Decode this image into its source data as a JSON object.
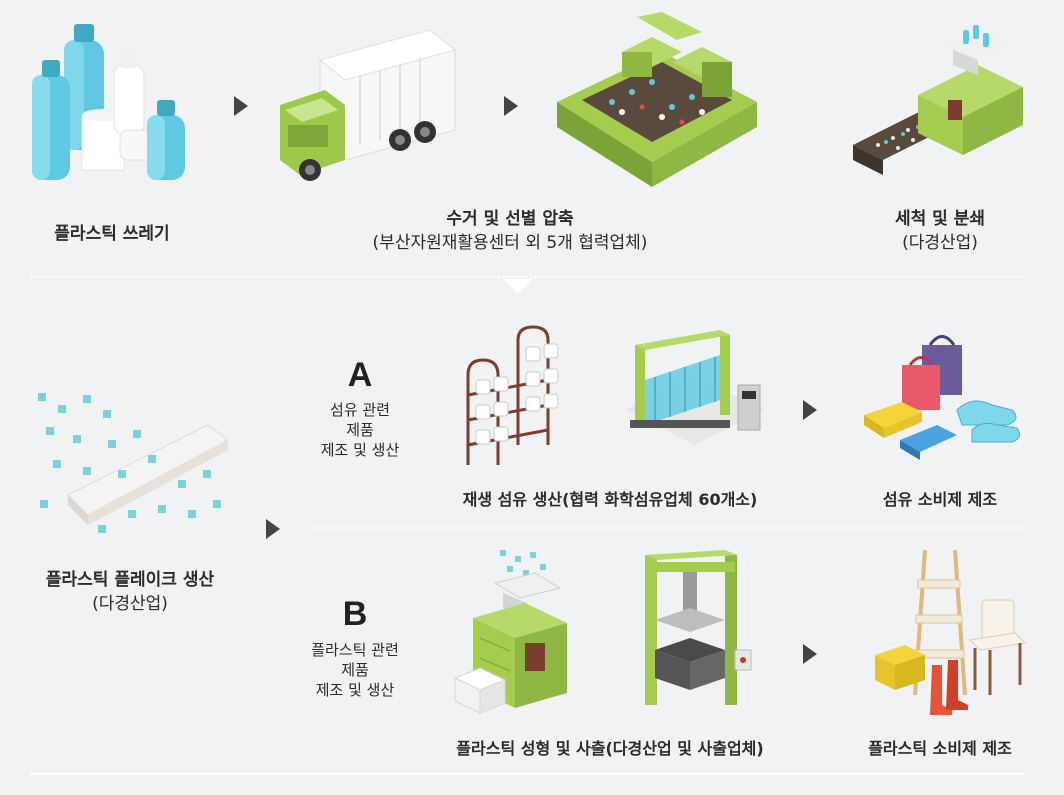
{
  "top_row": {
    "step1": {
      "title": "플라스틱 쓰레기"
    },
    "step2": {
      "title": "수거 및 선별 압축",
      "sub": "(부산자원재활용센터 외 5개 협력업체)"
    },
    "step3": {
      "title": "세척 및 분쇄",
      "sub": "(다경산업)"
    }
  },
  "flake": {
    "title": "플라스틱 플레이크 생산",
    "sub": "(다경산업)"
  },
  "branch_a": {
    "letter": "A",
    "desc": "섬유 관련\n제품\n제조 및 생산",
    "process": "재생 섬유 생산(협력 화학섬유업체 60개소)",
    "product": "섬유 소비제 제조"
  },
  "branch_b": {
    "letter": "B",
    "desc": "플라스틱 관련\n제품\n제조 및 생산",
    "process": "플라스틱 성형 및 사출(다경산업 및 사출업체)",
    "product": "플라스틱 소비제 제조"
  },
  "colors": {
    "green": "#a5cc4f",
    "green_dark": "#7aa437",
    "bottle": "#5ec9e0",
    "truck": "#9cc94a",
    "arrow": "#444444",
    "background": "#f1f2f4"
  },
  "icons": [
    "plastic-bottles-icon",
    "garbage-truck-icon",
    "sorting-conveyor-icon",
    "washing-crusher-icon",
    "plastic-flake-icon",
    "yarn-spool-rack-icon",
    "weaving-loom-icon",
    "textile-products-icon",
    "injection-machine-icon",
    "press-machine-icon",
    "furniture-products-icon"
  ]
}
